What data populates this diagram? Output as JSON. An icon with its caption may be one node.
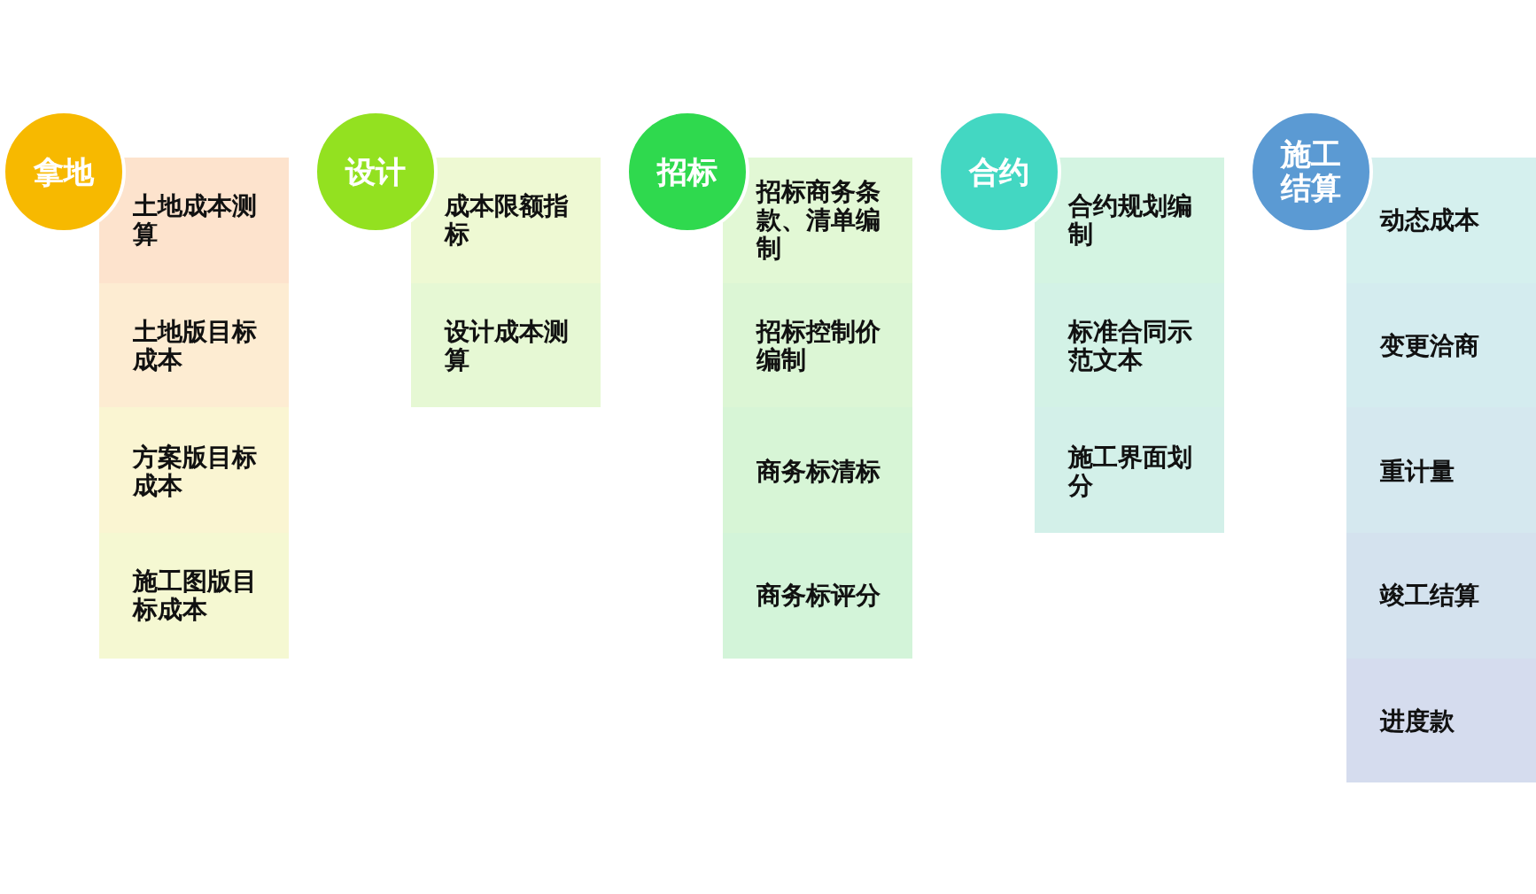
{
  "diagram": {
    "nodes": [
      {
        "text": [
          "拿地"
        ]
      },
      {
        "text": [
          "土地成本测算"
        ]
      },
      {
        "text": [
          "土地版目标成本"
        ]
      },
      {
        "text": [
          "方案版目标成本"
        ]
      },
      {
        "text": [
          "施工图版目标成本"
        ]
      },
      {
        "text": [
          "设计"
        ]
      },
      {
        "text": [
          "成本限额指标"
        ]
      },
      {
        "text": [
          "设计成本测算"
        ]
      },
      {
        "text": [
          "招标"
        ]
      },
      {
        "text": [
          "招标商务条款、清单编制"
        ]
      },
      {
        "text": [
          "招标控制价编制"
        ]
      },
      {
        "text": [
          "商务标清标"
        ]
      },
      {
        "text": [
          "商务标评分"
        ]
      },
      {
        "text": [
          "合约"
        ]
      },
      {
        "text": [
          "合约规划编制"
        ]
      },
      {
        "text": [
          "标准合同示范文本"
        ]
      },
      {
        "text": [
          "施工界面划分"
        ]
      },
      {
        "text": [
          "施工结算"
        ]
      },
      {
        "text": [
          "动态成本"
        ]
      },
      {
        "text": [
          "变更洽商"
        ]
      },
      {
        "text": [
          "重计量"
        ]
      },
      {
        "text": [
          "竣工结算"
        ]
      },
      {
        "text": [
          "进度款"
        ]
      }
    ]
  }
}
